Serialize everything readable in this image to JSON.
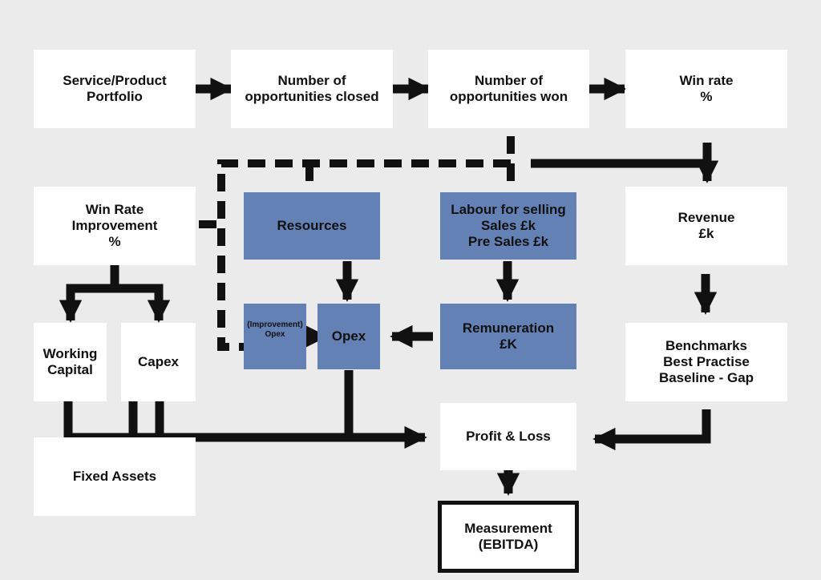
{
  "colors": {
    "background": "#ebebeb",
    "box": "#ffffff",
    "highlight_box": "#6481b6",
    "connector": "#111111"
  },
  "nodes": {
    "service_portfolio": "Service/Product\nPortfolio",
    "opps_closed": "Number of\nopportunities closed",
    "opps_won": "Number of\nopportunities won",
    "win_rate": "Win rate\n%",
    "win_rate_improvement": "Win Rate\nImprovement\n%",
    "resources": "Resources",
    "labour": "Labour for selling\nSales £k\nPre Sales £k",
    "revenue": "Revenue\n£k",
    "working_capital": "Working\nCapital",
    "capex": "Capex",
    "improvement_opex": "(Improvement)\nOpex",
    "opex": "Opex",
    "remuneration": "Remuneration\n£K",
    "benchmarks": "Benchmarks\nBest Practise\nBaseline - Gap",
    "profit_loss": "Profit & Loss",
    "fixed_assets": "Fixed Assets",
    "measurement": "Measurement\n(EBITDA)"
  }
}
